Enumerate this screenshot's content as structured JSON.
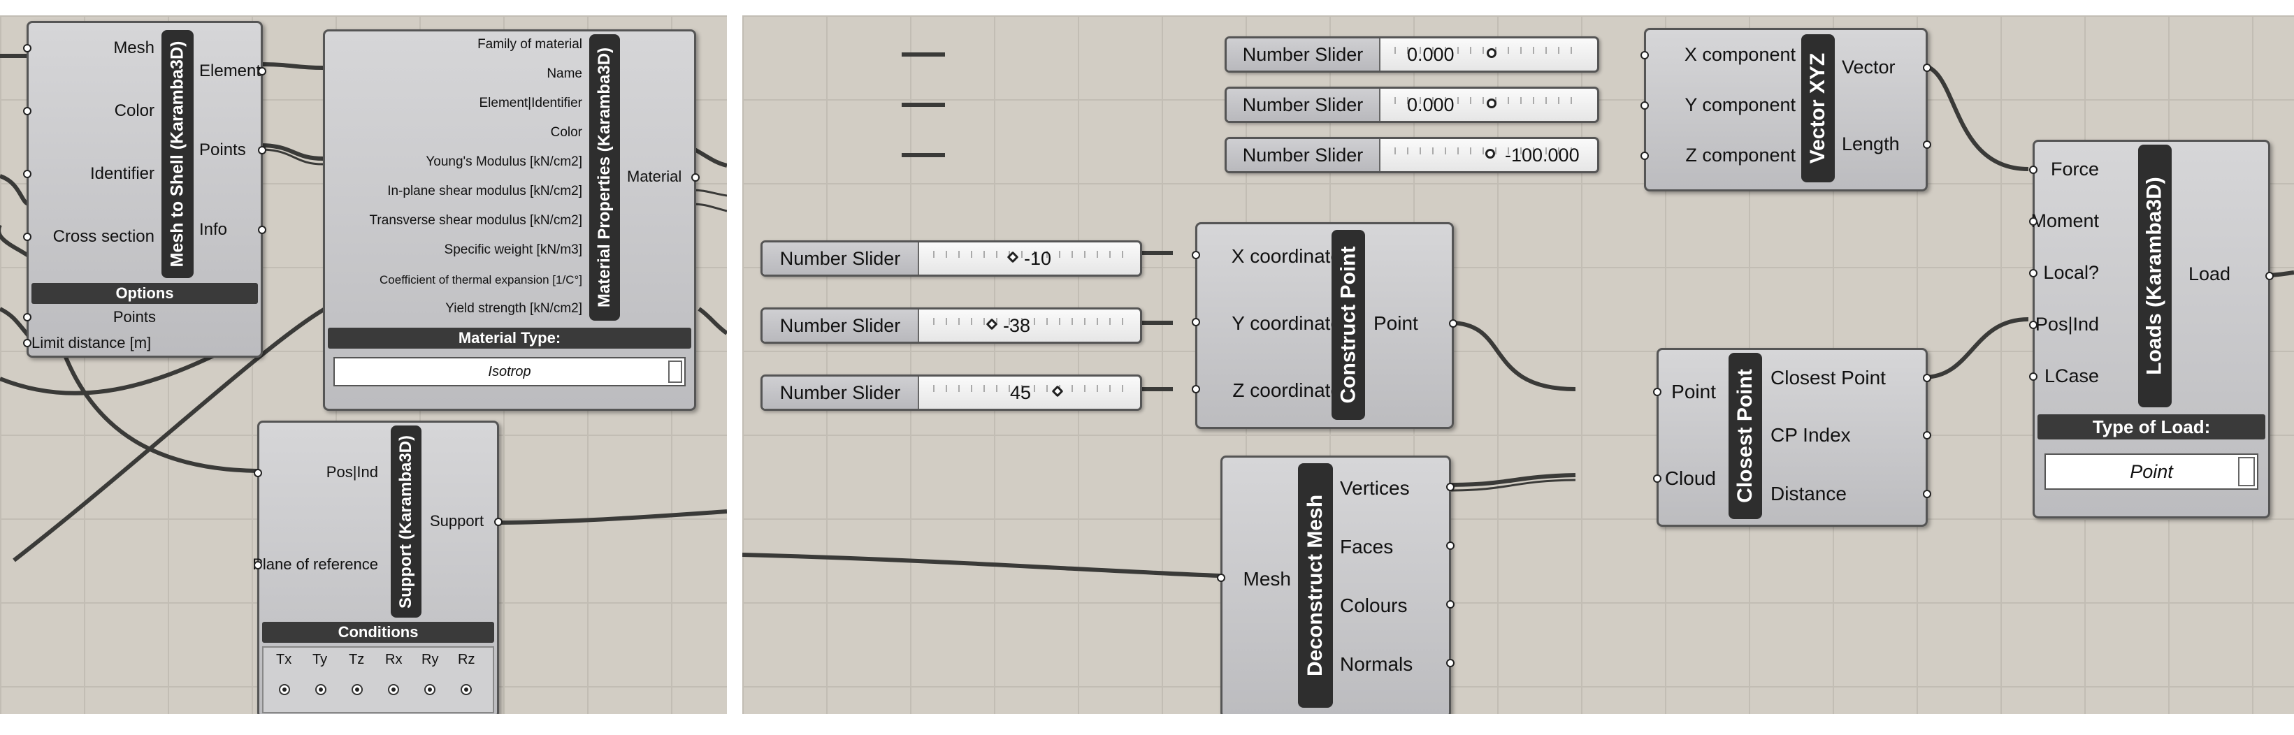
{
  "left_canvas": {
    "mesh_to_shell": {
      "title": "Mesh to Shell (Karamba3D)",
      "inputs": [
        "Mesh",
        "Color",
        "Identifier",
        "Cross section"
      ],
      "outputs": [
        "Element",
        "Points",
        "Info"
      ],
      "options_label": "Options",
      "option_params": [
        "Points",
        "Limit distance [m]"
      ]
    },
    "material_properties": {
      "title": "Material Properties (Karamba3D)",
      "inputs": [
        "Family of material",
        "Name",
        "Element|Identifier",
        "Color",
        "Young's Modulus [kN/cm2]",
        "In-plane shear modulus [kN/cm2]",
        "Transverse shear modulus [kN/cm2]",
        "Specific weight [kN/m3]",
        "Coefficient of thermal expansion [1/C°]",
        "Yield strength [kN/cm2]"
      ],
      "output": "Material",
      "type_label": "Material Type:",
      "type_value": "Isotrop"
    },
    "support": {
      "title": "Support (Karamba3D)",
      "inputs": [
        "Pos|Ind",
        "Plane of reference"
      ],
      "output": "Support",
      "conditions_label": "Conditions",
      "dofs": [
        "Tx",
        "Ty",
        "Tz",
        "Rx",
        "Ry",
        "Rz"
      ]
    }
  },
  "right_canvas": {
    "sliders": [
      {
        "label": "Number Slider",
        "value": "0.000"
      },
      {
        "label": "Number Slider",
        "value": "0.000"
      },
      {
        "label": "Number Slider",
        "value": "-100.000"
      },
      {
        "label": "Number Slider",
        "value": "-10"
      },
      {
        "label": "Number Slider",
        "value": "-38"
      },
      {
        "label": "Number Slider",
        "value": "45"
      }
    ],
    "vector_xyz": {
      "title": "Vector XYZ",
      "inputs": [
        "X component",
        "Y component",
        "Z component"
      ],
      "outputs": [
        "Vector",
        "Length"
      ]
    },
    "construct_point": {
      "title": "Construct Point",
      "inputs": [
        "X coordinate",
        "Y coordinate",
        "Z coordinate"
      ],
      "output": "Point"
    },
    "closest_point": {
      "title": "Closest Point",
      "inputs": [
        "Point",
        "Cloud"
      ],
      "outputs": [
        "Closest Point",
        "CP Index",
        "Distance"
      ]
    },
    "deconstruct_mesh": {
      "title": "Deconstruct Mesh",
      "input": "Mesh",
      "outputs": [
        "Vertices",
        "Faces",
        "Colours",
        "Normals"
      ]
    },
    "loads": {
      "title": "Loads (Karamba3D)",
      "inputs": [
        "Force",
        "Moment",
        "Local?",
        "Pos|Ind",
        "LCase"
      ],
      "output": "Load",
      "type_label": "Type of Load:",
      "type_value": "Point"
    }
  }
}
